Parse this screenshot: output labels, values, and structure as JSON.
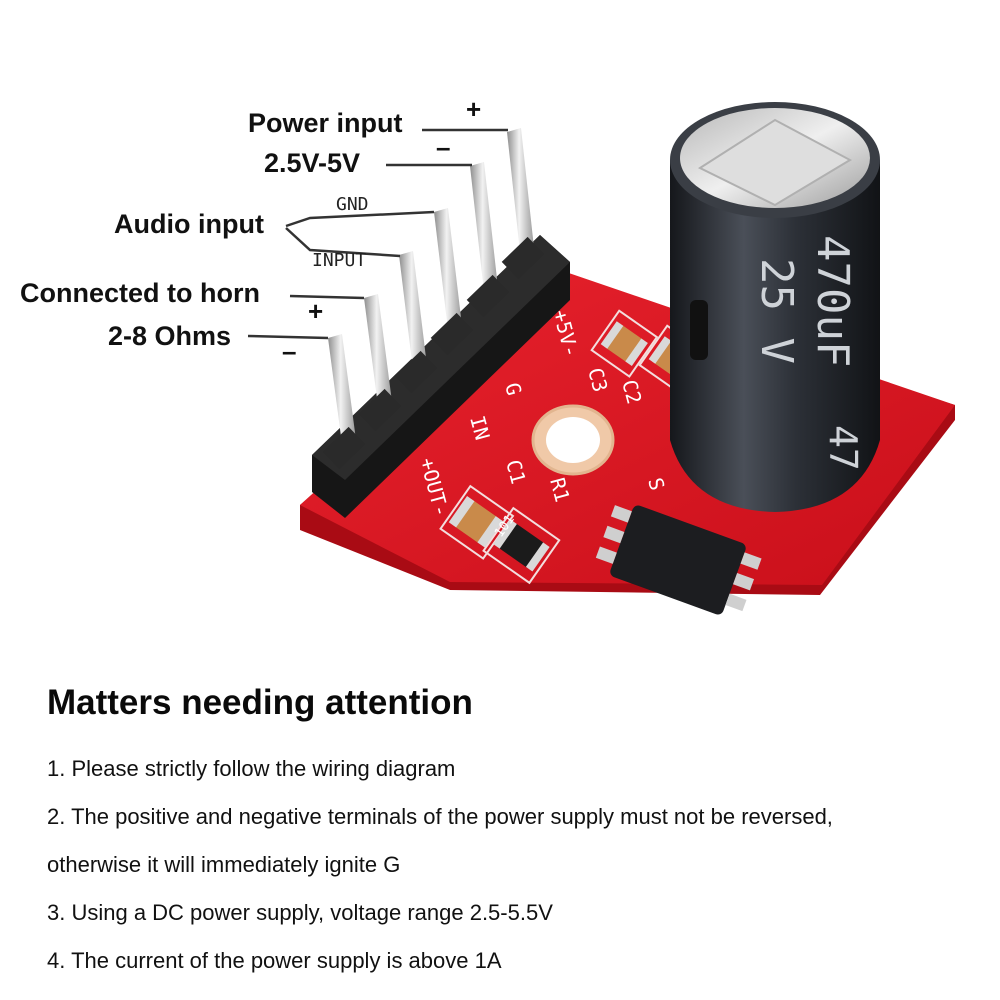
{
  "diagram": {
    "callouts": {
      "power_input": "Power input",
      "voltage": "2.5V-5V",
      "audio_input": "Audio input",
      "connected_horn": "Connected to horn",
      "ohms": "2-8 Ohms"
    },
    "pin_labels": {
      "gnd": "GND",
      "input": "INPUT"
    },
    "signs": {
      "power_plus": "+",
      "power_minus": "–",
      "horn_plus": "+",
      "horn_minus": "–"
    },
    "board_silkscreen": {
      "plus5v": "+5V-",
      "g": "G",
      "in": "IN",
      "out": "+OUT-",
      "c3": "C3",
      "c2": "C2",
      "c1": "C1",
      "r1": "R1",
      "s": "S",
      "resistor_code": "101",
      "capacitor_text_1": "470uF",
      "capacitor_text_2": "25 V",
      "capacitor_text_3": "47"
    },
    "colors": {
      "pcb": "#d8101c",
      "pcb_edge": "#b80d17",
      "header_black": "#1c1c1c",
      "pin_silver": "#c9c9c9",
      "capacitor_body": "#2a2d33"
    }
  },
  "notes": {
    "heading": "Matters needing attention",
    "items": [
      "1. Please strictly follow the wiring diagram",
      "2. The positive and negative terminals of the power supply must not be reversed,",
      "otherwise it will immediately ignite G",
      "3. Using a DC power supply, voltage range 2.5-5.5V",
      "4. The current of the power supply is above 1A"
    ]
  }
}
